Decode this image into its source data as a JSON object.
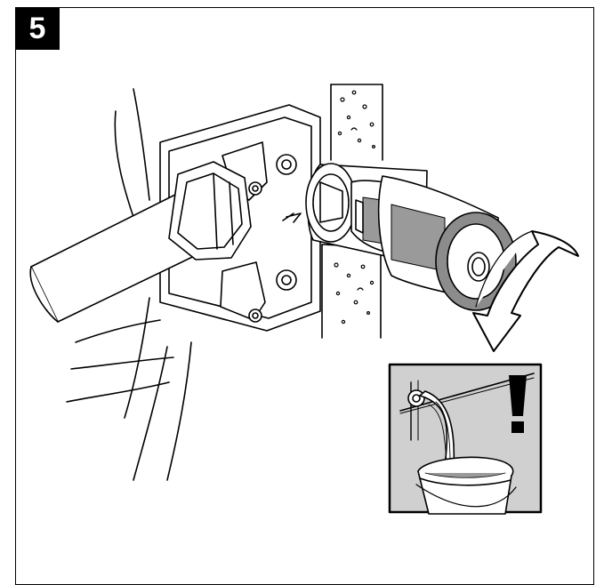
{
  "step": {
    "number": "5"
  },
  "icons": {
    "main": "filter-housing-unscrew-illustration",
    "rotation": "rotate-counterclockwise-arrow-icon",
    "inset": "drain-water-into-bucket-inset",
    "warning": "exclamation-warning-icon"
  },
  "colors": {
    "badge_background": "#000000",
    "badge_text": "#ffffff",
    "filter_element": "#9a9a9a",
    "inset_background": "#d0d0d0"
  }
}
